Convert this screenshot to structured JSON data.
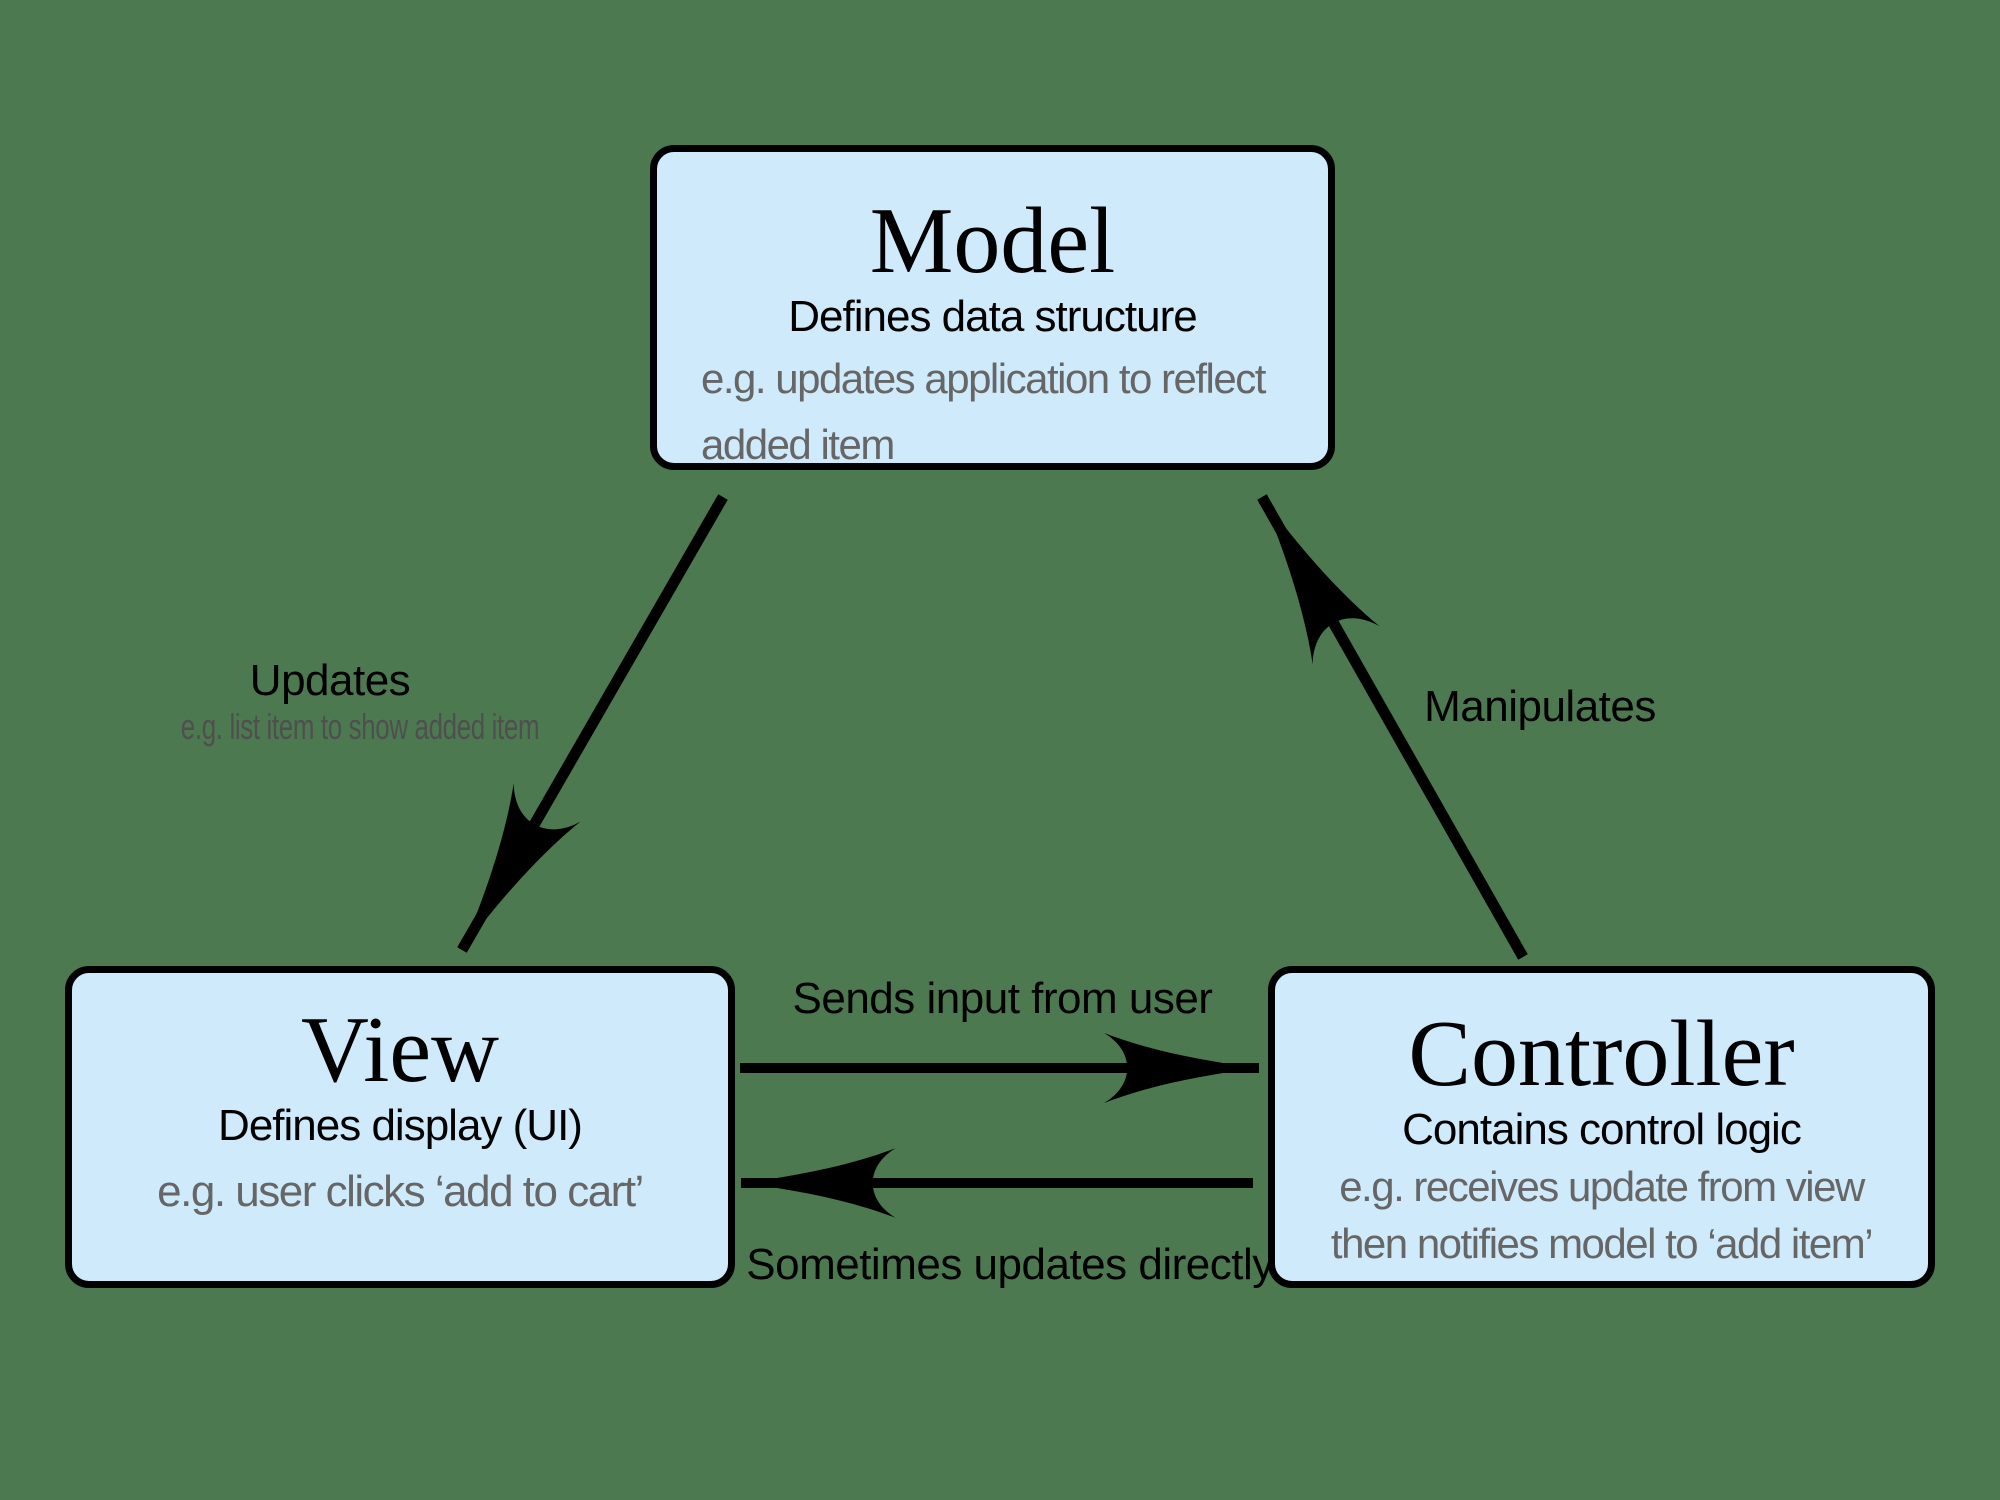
{
  "colors": {
    "background": "#4d7951",
    "node_fill": "#cfeafb",
    "node_border": "#000000",
    "text_primary": "#000000",
    "text_secondary": "#666666",
    "arrow": "#000000"
  },
  "nodes": {
    "model": {
      "title": "Model",
      "subtitle": "Defines data structure",
      "example_lines": [
        "e.g. updates application to reflect",
        "added item"
      ]
    },
    "view": {
      "title": "View",
      "subtitle": "Defines display (UI)",
      "example_lines": [
        "e.g. user clicks ‘add to cart’"
      ]
    },
    "controller": {
      "title": "Controller",
      "subtitle": "Contains control logic",
      "example_lines": [
        "e.g. receives update from view",
        "then notifies model to ‘add item’"
      ]
    }
  },
  "edges": {
    "updates": {
      "label": "Updates",
      "sublabel": "e.g. list item to show added item",
      "from": "Model",
      "to": "View"
    },
    "manipulates": {
      "label": "Manipulates",
      "from": "Controller",
      "to": "Model"
    },
    "sends_input": {
      "label": "Sends input from user",
      "from": "View",
      "to": "Controller"
    },
    "updates_directly": {
      "label": "Sometimes updates directly",
      "from": "Controller",
      "to": "View"
    }
  }
}
